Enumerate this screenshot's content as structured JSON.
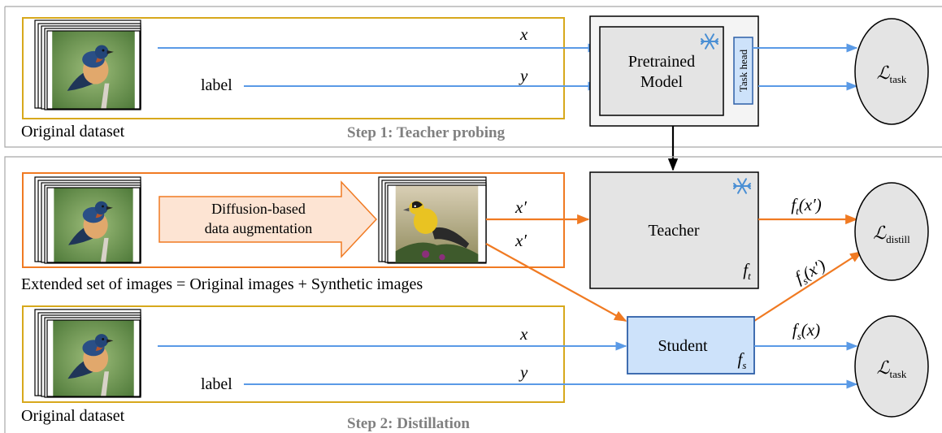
{
  "step1": {
    "step_label": "Step 1: Teacher probing",
    "dataset_label": "Original dataset",
    "input_x": "x",
    "input_y": "y",
    "label_text": "label",
    "model": {
      "line1": "Pretrained",
      "line2": "Model"
    },
    "task_head": "Task head",
    "loss": {
      "symbol": "ℒ",
      "subscript": "task"
    }
  },
  "step2": {
    "step_label": "Step 2: Distillation",
    "extended_set_label": "Extended set of images = Original images + Synthetic images",
    "augmentation": {
      "line1": "Diffusion-based",
      "line2": "data augmentation"
    },
    "input_x_prime_1": "x′",
    "input_x_prime_2": "x′",
    "teacher": {
      "label": "Teacher",
      "symbol": "f",
      "subscript": "t"
    },
    "student": {
      "label": "Student",
      "symbol": "f",
      "subscript": "s"
    },
    "teacher_output": {
      "symbol": "f",
      "subscript": "t",
      "arg": "(x′)"
    },
    "student_distill_output": {
      "symbol": "f",
      "subscript": "s",
      "arg": "(x′)"
    },
    "student_task_output": {
      "symbol": "f",
      "subscript": "s",
      "arg": "(x)"
    },
    "loss_distill": {
      "symbol": "ℒ",
      "subscript": "distill"
    },
    "loss_task": {
      "symbol": "ℒ",
      "subscript": "task"
    },
    "dataset_label": "Original dataset",
    "input_x": "x",
    "input_y": "y",
    "label_text": "label"
  },
  "icons": [
    "snowflake-icon",
    "bird-image-icon"
  ],
  "colors": {
    "blue_arrow": "#5a9ae6",
    "orange_arrow": "#f07a22",
    "gold_box": "#d7a81c",
    "orange_box": "#f07a22",
    "student_fill": "#cde2fa",
    "teacher_fill": "#e4e4e4",
    "augment_fill": "#fde4d3",
    "snowflake": "#4a8fd4"
  }
}
